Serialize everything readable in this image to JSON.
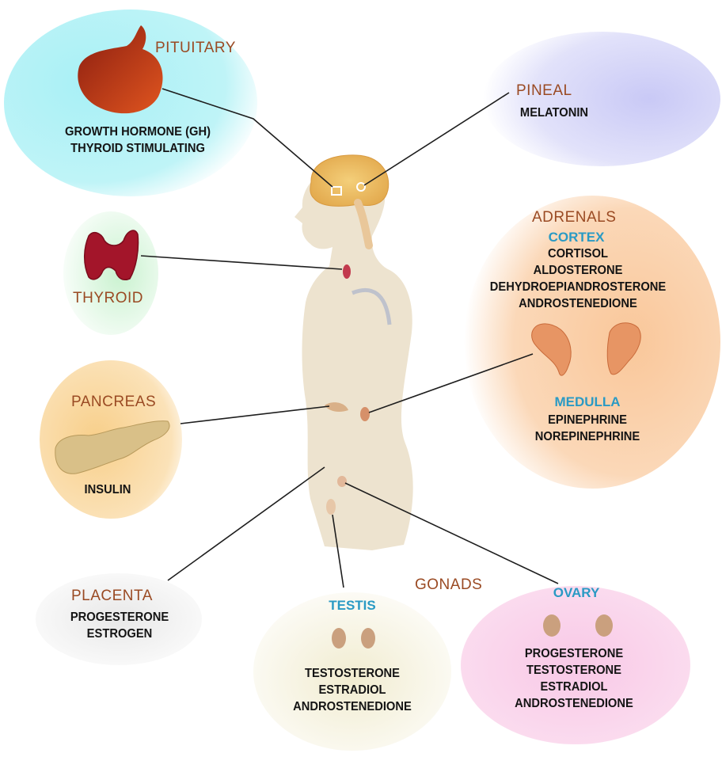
{
  "pituitary": {
    "title": "PITUITARY",
    "hormones": [
      "GROWTH HORMONE (GH)",
      "THYROID STIMULATING"
    ]
  },
  "pineal": {
    "title": "PINEAL",
    "hormones": [
      "MELATONIN"
    ]
  },
  "thyroid": {
    "title": "THYROID"
  },
  "adrenals": {
    "title": "ADRENALS",
    "cortex": {
      "label": "CORTEX",
      "hormones": [
        "CORTISOL",
        "ALDOSTERONE",
        "DEHYDROEPIANDROSTERONE",
        "ANDROSTENEDIONE"
      ]
    },
    "medulla": {
      "label": "MEDULLA",
      "hormones": [
        "EPINEPHRINE",
        "NOREPINEPHRINE"
      ]
    }
  },
  "pancreas": {
    "title": "PANCREAS",
    "hormones": [
      "INSULIN"
    ]
  },
  "placenta": {
    "title": "PLACENTA",
    "hormones": [
      "PROGESTERONE",
      "ESTROGEN"
    ]
  },
  "gonads": {
    "title": "GONADS"
  },
  "testis": {
    "title": "TESTIS",
    "hormones": [
      "TESTOSTERONE",
      "ESTRADIOL",
      "ANDROSTENEDIONE"
    ]
  },
  "ovary": {
    "title": "OVARY",
    "hormones": [
      "PROGESTERONE",
      "TESTOSTERONE",
      "ESTRADIOL",
      "ANDROSTENEDIONE"
    ]
  },
  "colors": {
    "gland_title": "#9a4a23",
    "subsection": "#2a9ac4",
    "body": "#ede3cf",
    "brain": "#e8b860"
  }
}
